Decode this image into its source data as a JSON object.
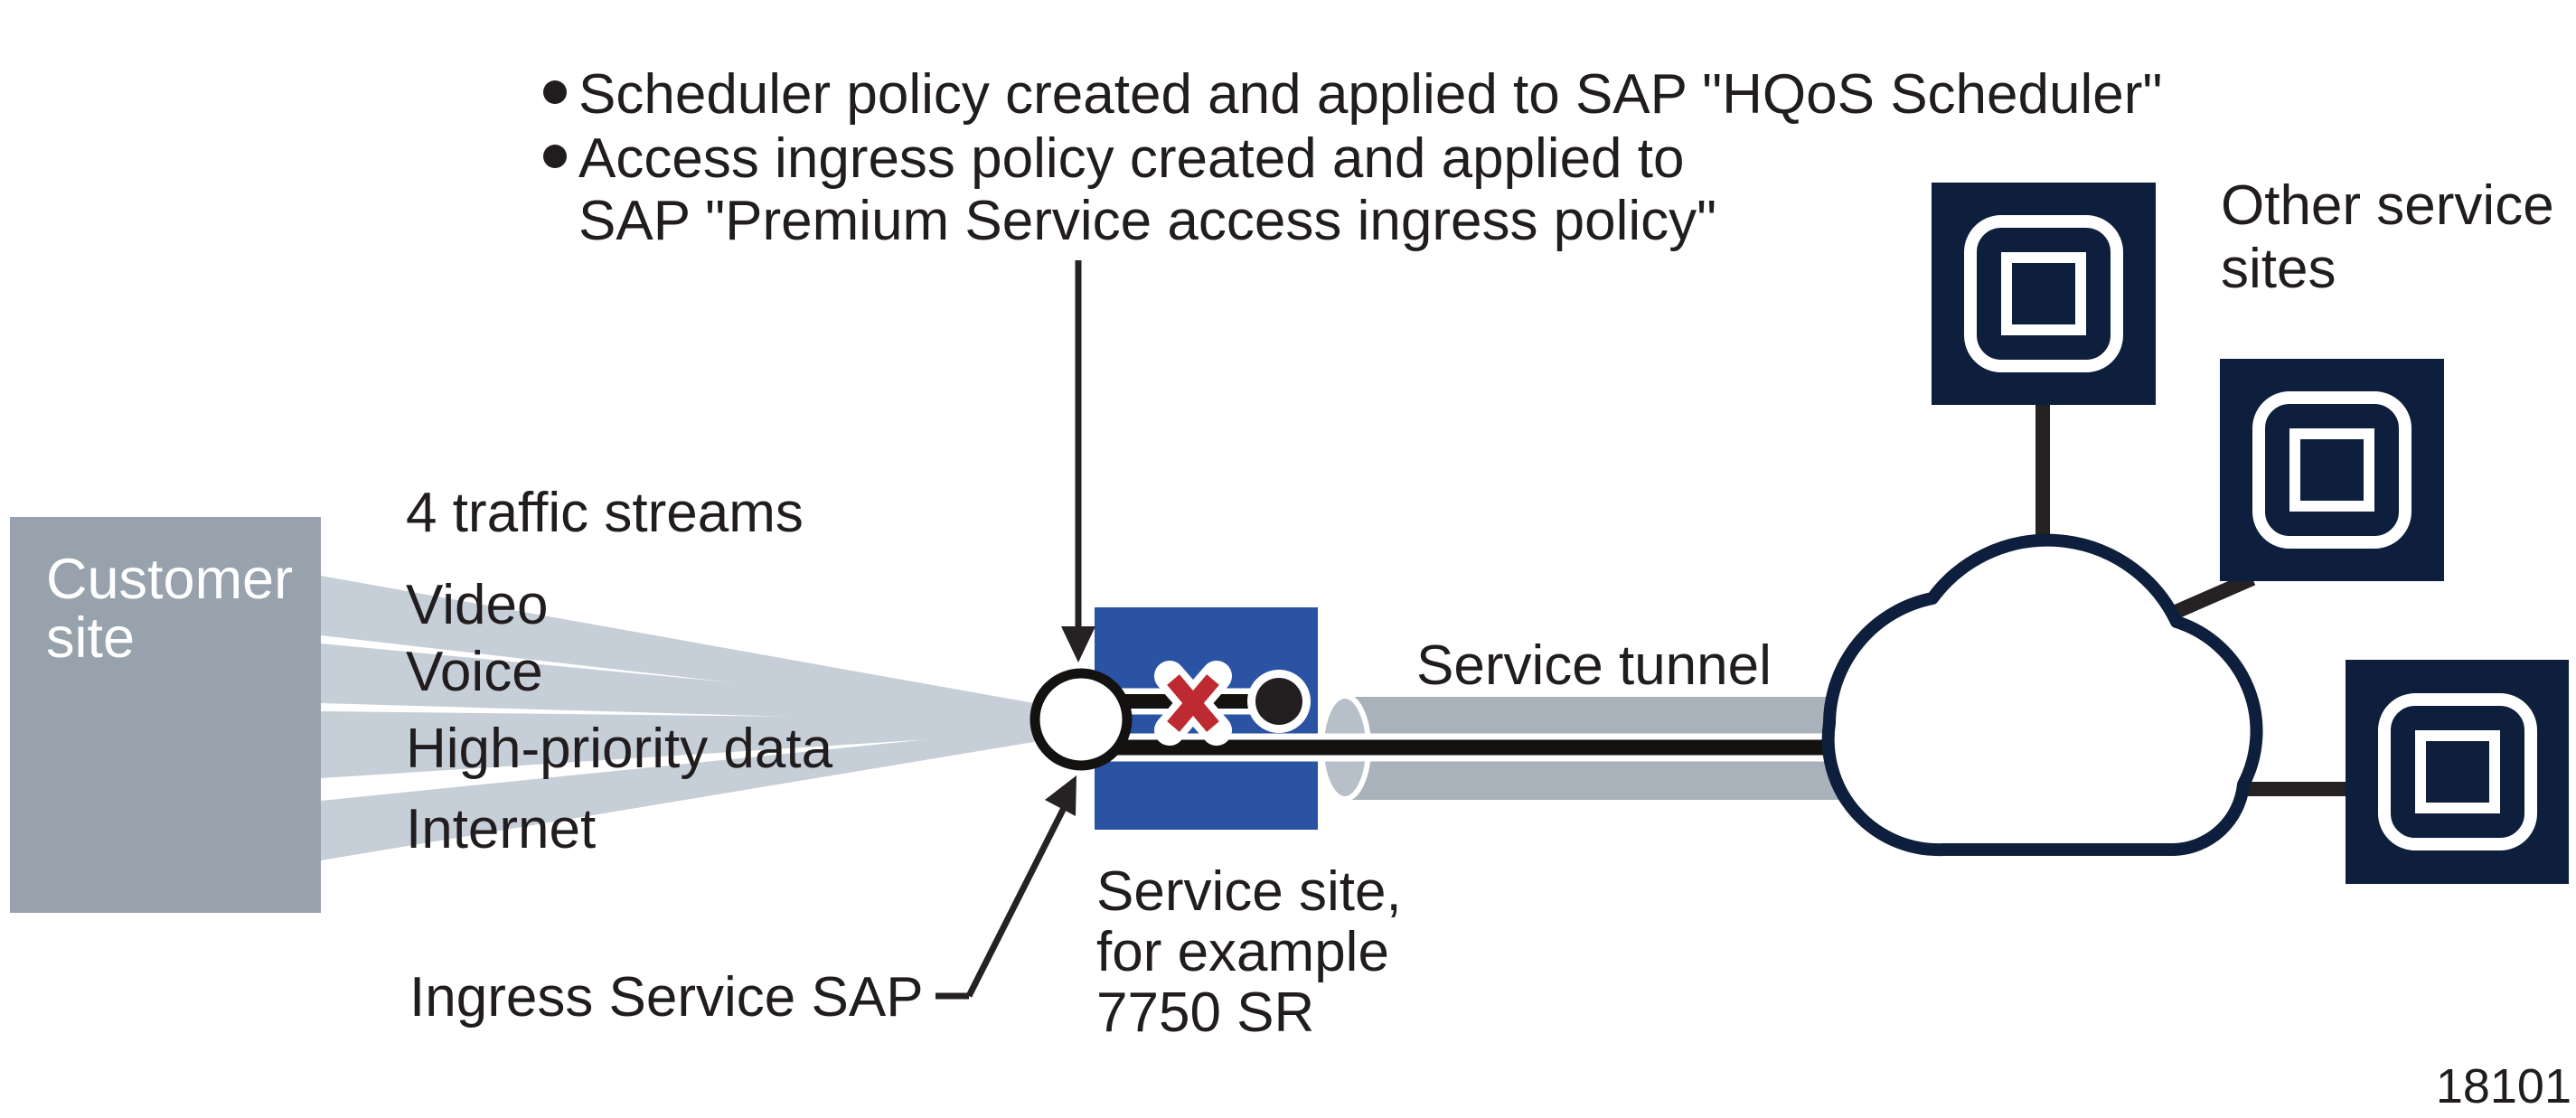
{
  "notes": {
    "bullet1": "Scheduler policy created and applied to SAP \"HQoS Scheduler\"",
    "bullet2_line1": "Access ingress policy created and applied to",
    "bullet2_line2": "SAP \"Premium Service access ingress policy\""
  },
  "customer_site": {
    "label_line1": "Customer",
    "label_line2": "site"
  },
  "streams": {
    "title": "4 traffic streams",
    "items": [
      "Video",
      "Voice",
      "High-priority data",
      "Internet"
    ]
  },
  "sap": {
    "label": "Ingress Service SAP"
  },
  "service_site": {
    "line1": "Service site,",
    "line2": "for example",
    "line3": "7750 SR"
  },
  "tunnel": {
    "label": "Service tunnel"
  },
  "other_sites": {
    "label_line1": "Other service",
    "label_line2": "sites"
  },
  "figure_id": "18101",
  "colors": {
    "ink": "#211d1e",
    "connector": "#262223",
    "service_site_blue": "#2b53a4",
    "node_navy": "#0d1f3c",
    "customer_gray": "#98a2ad",
    "stream_gray": "#c6ced7",
    "tunnel_gray": "#a9b2bb",
    "tunnel_mouth_gray": "#b7bfc8",
    "x_red": "#be2a31",
    "white": "#ffffff"
  }
}
